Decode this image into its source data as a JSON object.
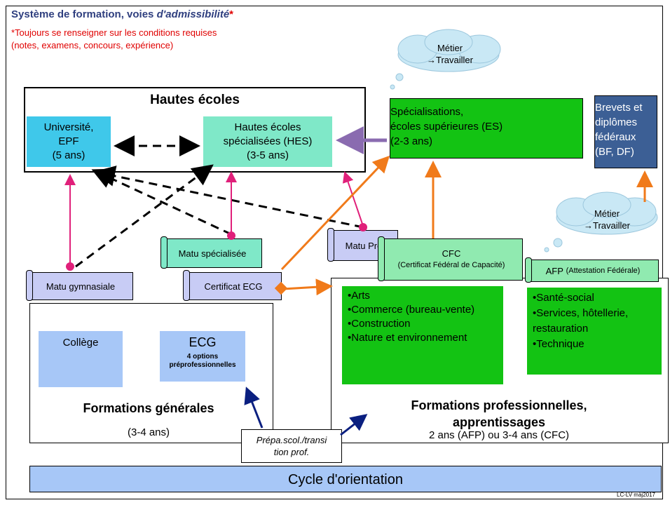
{
  "title": {
    "main": "Système de formation, voies ",
    "italic": "d'admissibilité",
    "star": "*"
  },
  "note": {
    "line1": "*Toujours se renseigner sur les conditions requises",
    "line2": "(notes, examens, concours, expérience)"
  },
  "cloud_top": {
    "line1": "Métier",
    "line2": "→Travailler"
  },
  "cloud_right": {
    "line1": "Métier",
    "line2": "→Travailler"
  },
  "hautes": {
    "title": "Hautes écoles"
  },
  "univ": {
    "line1": "Université,",
    "line2": "EPF",
    "line3": "(5 ans)"
  },
  "hes": {
    "line1": "Hautes écoles",
    "line2": "spécialisées (HES)",
    "line3": "(3-5 ans)"
  },
  "spec": {
    "line1": "Spécialisations,",
    "line2": "écoles supérieures (ES)",
    "line3": "(2-3 ans)"
  },
  "brevets": {
    "line1": "Brevets et",
    "line2": "diplômes",
    "line3": "fédéraux",
    "line4": "(BF, DF)"
  },
  "scrolls": {
    "gym": "Matu gymnasiale",
    "ecg": "Certificat ECG",
    "spec": "Matu spécialisée",
    "pro": "Matu Pro",
    "cfc_title": "CFC",
    "cfc_sub": "(Certificat Fédéral de Capacité)",
    "afp_title": "AFP",
    "afp_sub": "(Attestation Fédérale)"
  },
  "college": "Collège",
  "ecg": {
    "title": "ECG",
    "sub": "4 options préprofessionnelles"
  },
  "formations_generales": {
    "title": "Formations générales",
    "duration": "(3-4 ans)"
  },
  "list1": [
    "Arts",
    "Commerce (bureau-vente)",
    "Construction",
    "Nature et environnement"
  ],
  "list2": [
    "Santé-social",
    "Services, hôtellerie, restauration",
    "Technique"
  ],
  "formations_pro": {
    "title1": "Formations professionnelles,",
    "title2": "apprentissages",
    "duration": "2 ans (AFP) ou 3-4 ans (CFC)"
  },
  "prepa": {
    "line1": "Prépa.scol./transi",
    "line2": "tion prof."
  },
  "cycle": "Cycle d'orientation",
  "footer": "LC-LV màj2017",
  "colors": {
    "pink": "#e0207a",
    "orange": "#f07a1a",
    "navy": "#0a1f80",
    "purple": "#8a6bb0"
  }
}
